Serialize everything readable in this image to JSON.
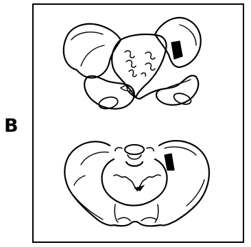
{
  "figure": {
    "panel_label": "B",
    "views": [
      {
        "name": "pelvis-anterior-view"
      },
      {
        "name": "pelvis-superior-view"
      }
    ],
    "colors": {
      "line": "#000000",
      "background": "#ffffff"
    }
  }
}
